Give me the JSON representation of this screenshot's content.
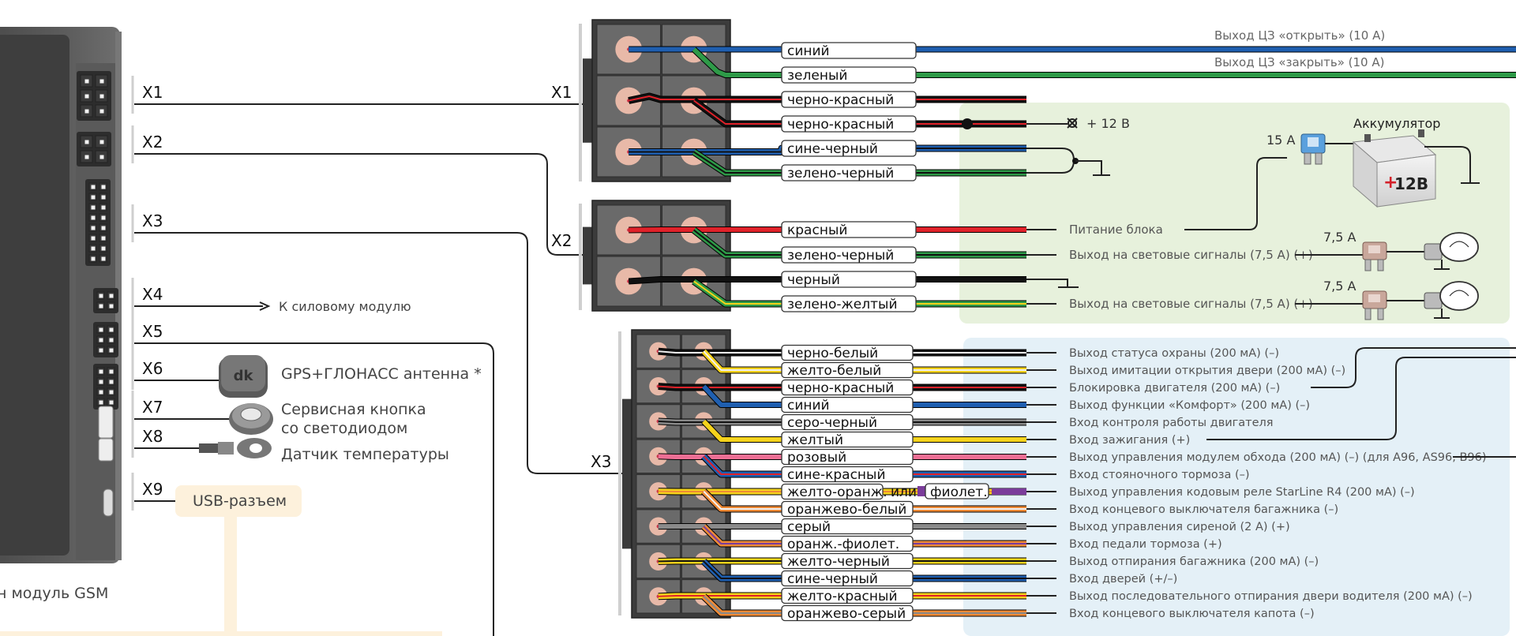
{
  "colors": {
    "blue": "#1f5fb0",
    "green": "#2e9a48",
    "red": "#e0222a",
    "black": "#111111",
    "yellow": "#f6d31c",
    "white": "#f2f2f2",
    "grey": "#8a8a8a",
    "pink": "#ee6f95",
    "orange": "#ee8a36",
    "violet": "#7b3c9a",
    "tan": "#d68b52",
    "green_panel": "#e7f1dc",
    "blue_panel": "#e4f0f7",
    "usb_panel": "#fdf1dc"
  },
  "module": {
    "caption": "н модуль GSM",
    "ports": {
      "x1": "X1",
      "x2": "X2",
      "x3": "X3",
      "x4": "X4",
      "x5": "X5",
      "x6": "X6",
      "x7": "X7",
      "x8": "X8",
      "x9": "X9"
    },
    "x4_target": "К силовому модулю",
    "gps": "GPS+ГЛОНАСС антенна *",
    "service_button": [
      "Сервисная кнопка",
      "со светодиодом"
    ],
    "temp_sensor": "Датчик температуры",
    "usb": "USB-разъем"
  },
  "connector_labels": {
    "x1": "X1",
    "x2": "X2",
    "x3": "X3"
  },
  "x1": {
    "wires": [
      {
        "label": "синий",
        "color": "blue",
        "stripe": null,
        "icon": "arrow-right-icon"
      },
      {
        "label": "зеленый",
        "color": "green",
        "stripe": null,
        "icon": "arrow-right-icon"
      },
      {
        "label": "черно-красный",
        "color": "black",
        "stripe": "red",
        "icon": null
      },
      {
        "label": "черно-красный",
        "color": "black",
        "stripe": "red",
        "icon": null
      },
      {
        "label": "сине-черный",
        "color": "blue",
        "stripe": "black",
        "icon": "ground-icon"
      },
      {
        "label": "зелено-черный",
        "color": "green",
        "stripe": "black",
        "icon": "ground-icon"
      }
    ],
    "out_open": "Выход ЦЗ «открыть» (10 А)",
    "out_close": "Выход ЦЗ «закрыть» (10 А)",
    "plus12": "+ 12 В"
  },
  "x2": {
    "wires": [
      {
        "label": "красный",
        "color": "red",
        "stripe": null,
        "func": "Питание блока"
      },
      {
        "label": "зелено-черный",
        "color": "green",
        "stripe": "black",
        "func": "Выход на световые сигналы (7,5 А) (+)"
      },
      {
        "label": "черный",
        "color": "black",
        "stripe": null,
        "func": ""
      },
      {
        "label": "зелено-желтый",
        "color": "green",
        "stripe": "yellow",
        "func": "Выход на световые сигналы (7,5 А) (+)"
      }
    ],
    "battery": "Аккумулятор",
    "battery_voltage": "12В",
    "fuse15": "15 А",
    "fuse75a": "7,5 А",
    "fuse75b": "7,5 А"
  },
  "x3": {
    "wires": [
      {
        "label": "черно-белый",
        "color": "black",
        "stripe": "white",
        "func": "Выход статуса охраны (200 мА) (–)"
      },
      {
        "label": "желто-белый",
        "color": "yellow",
        "stripe": "white",
        "func": "Выход имитации открытия двери (200 мА) (–)"
      },
      {
        "label": "черно-красный",
        "color": "black",
        "stripe": "red",
        "func": "Блокировка двигателя (200 мА) (–)"
      },
      {
        "label": "синий",
        "color": "blue",
        "stripe": null,
        "func": "Выход функции «Комфорт» (200 мА) (–)"
      },
      {
        "label": "серо-черный",
        "color": "grey",
        "stripe": "black",
        "func": "Вход контроля работы двигателя"
      },
      {
        "label": "желтый",
        "color": "yellow",
        "stripe": null,
        "func": "Вход зажигания (+)"
      },
      {
        "label": "розовый",
        "color": "pink",
        "stripe": null,
        "func": "Выход управления модулем обхода (200 мА) (–) (для A96, AS96, B96)"
      },
      {
        "label": "сине-красный",
        "color": "blue",
        "stripe": "red",
        "func": "Вход стояночного тормоза (–)"
      },
      {
        "label": "желто-оранж.",
        "color": "yellow",
        "stripe": "orange",
        "func": "Выход управления кодовым реле StarLine R4 (200 мА) (–)"
      },
      {
        "label": "оранжево-белый",
        "color": "orange",
        "stripe": "white",
        "func": "Вход концевого выключателя багажника (–)"
      },
      {
        "label": "серый",
        "color": "grey",
        "stripe": null,
        "func": "Выход управления сиреной (2 А) (+)"
      },
      {
        "label": "оранж.-фиолет.",
        "color": "orange",
        "stripe": "violet",
        "func": "Вход педали тормоза (+)"
      },
      {
        "label": "желто-черный",
        "color": "yellow",
        "stripe": "black",
        "func": "Выход отпирания багажника (200 мА) (–)"
      },
      {
        "label": "сине-черный",
        "color": "blue",
        "stripe": "black",
        "func": "Вход дверей (+/–)"
      },
      {
        "label": "желто-красный",
        "color": "yellow",
        "stripe": "red",
        "func": "Выход последовательного отпирания двери водителя (200 мА) (–)"
      },
      {
        "label": "оранжево-серый",
        "color": "orange",
        "stripe": "grey",
        "func": "Вход концевого выключателя капота (–)"
      }
    ],
    "or_text": "или",
    "violet_label": "фиолет."
  }
}
